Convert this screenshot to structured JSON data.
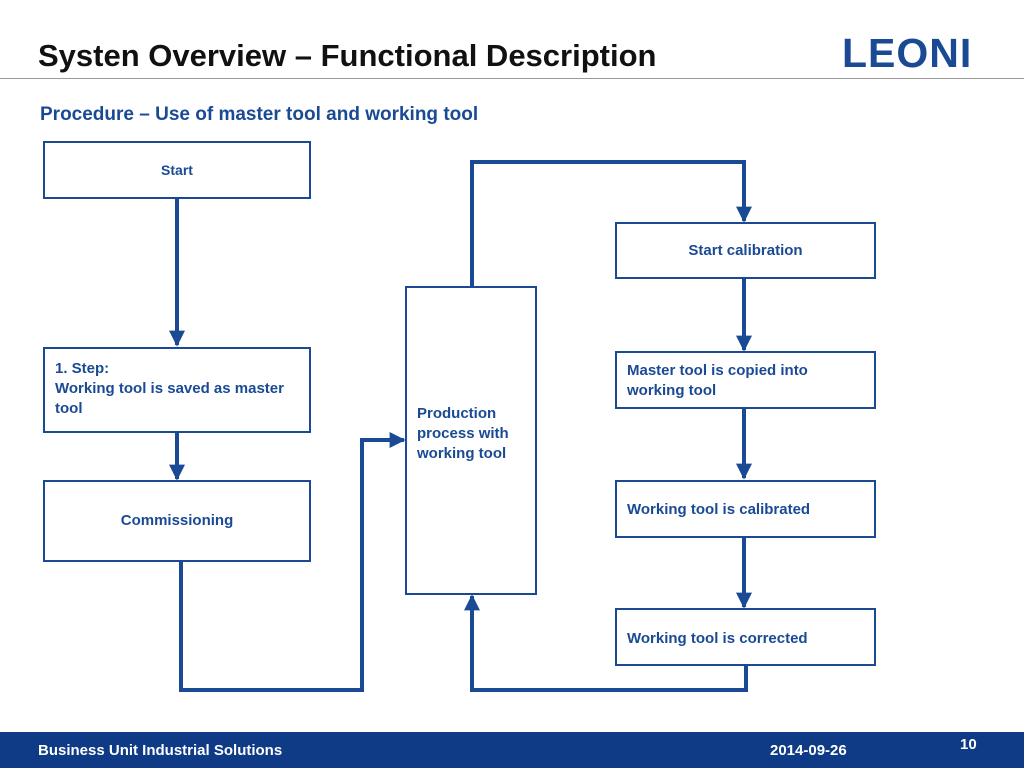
{
  "header": {
    "title": "Systen Overview – Functional Description",
    "logo": "LEONI"
  },
  "subtitle": "Procedure – Use of master tool and working tool",
  "diagram": {
    "start": "Start",
    "step1": "1. Step:\nWorking tool is saved as master tool",
    "commissioning": "Commissioning",
    "production": "Production\nprocess with\nworking tool",
    "start_calibration": "Start calibration",
    "master_copied": "Master tool is copied into working tool",
    "calibrated": "Working tool is calibrated",
    "corrected": "Working tool is corrected"
  },
  "footer": {
    "unit": "Business Unit Industrial Solutions",
    "date": "2014-09-26",
    "page": "10"
  },
  "colors": {
    "accent": "#1a4a94",
    "footer_bg": "#0f3a86"
  }
}
